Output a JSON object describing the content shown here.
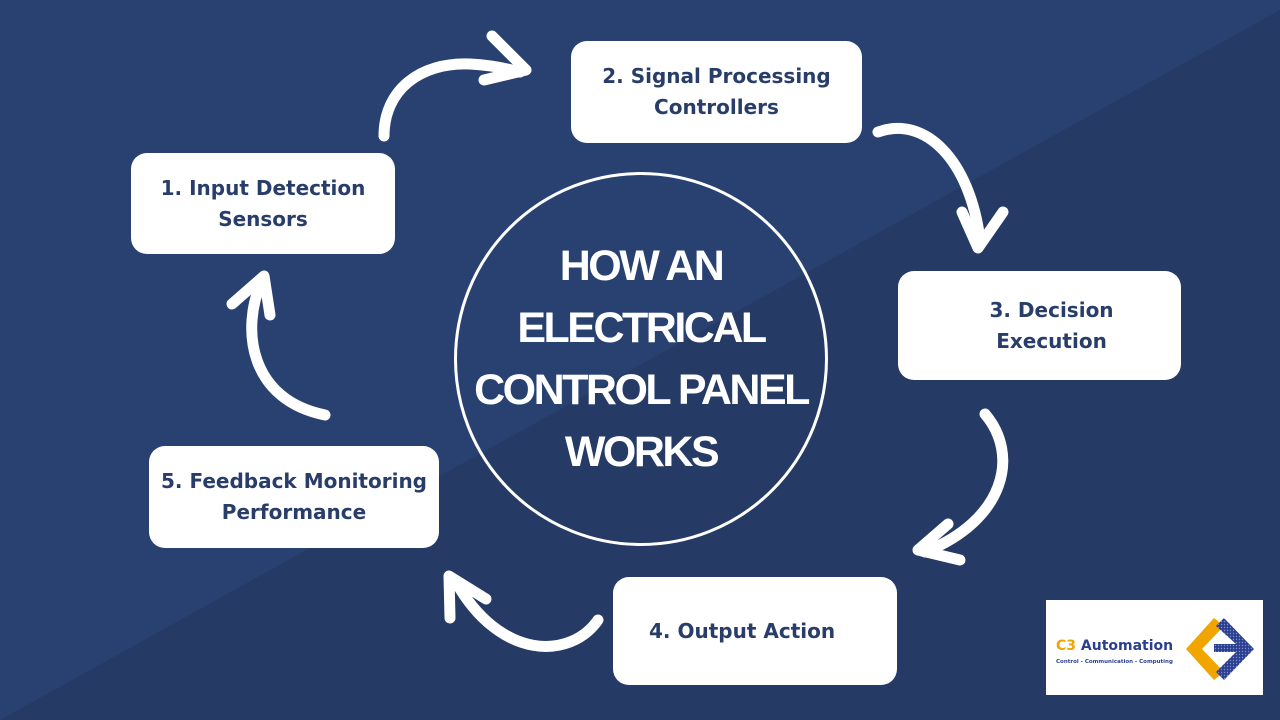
{
  "title": {
    "lines": [
      "HOW AN",
      "ELECTRICAL",
      "CONTROL PANEL",
      "WORKS"
    ]
  },
  "steps": [
    {
      "number": 1,
      "lines": [
        "1. Input Detection",
        "Sensors"
      ]
    },
    {
      "number": 2,
      "lines": [
        "2. Signal Processing",
        "Controllers"
      ]
    },
    {
      "number": 3,
      "lines": [
        "3. Decision",
        "Execution"
      ]
    },
    {
      "number": 4,
      "lines": [
        "4. Output Action"
      ]
    },
    {
      "number": 5,
      "lines": [
        "5. Feedback Monitoring",
        "Performance"
      ]
    }
  ],
  "flow": [
    {
      "from": 1,
      "to": 2,
      "icon": "curved-arrow-icon"
    },
    {
      "from": 2,
      "to": 3,
      "icon": "curved-arrow-icon"
    },
    {
      "from": 3,
      "to": 4,
      "icon": "curved-arrow-icon"
    },
    {
      "from": 4,
      "to": 5,
      "icon": "curved-arrow-icon"
    },
    {
      "from": 5,
      "to": 1,
      "icon": "curved-arrow-icon"
    }
  ],
  "logo": {
    "brand_prefix": "C3",
    "brand_name": " Automation",
    "tagline": "Control - Communication - Computing",
    "icon": "c3-chevron-logo-icon"
  },
  "colors": {
    "background_light": "#294171",
    "background_dark": "#253b65",
    "box_fill": "#ffffff",
    "box_text": "#283d69",
    "logo_accent_orange": "#f0a500",
    "logo_accent_blue": "#2b3f8f"
  }
}
